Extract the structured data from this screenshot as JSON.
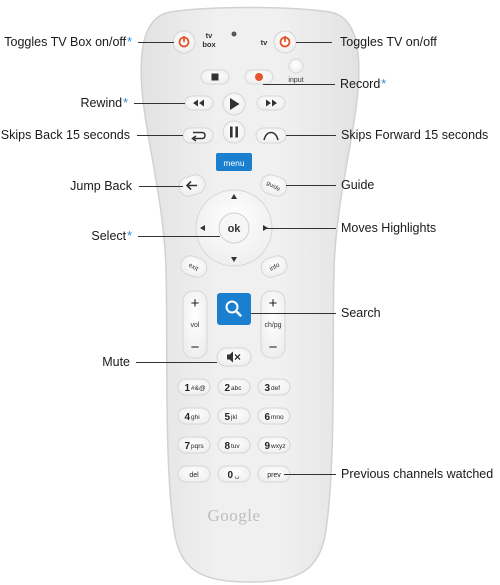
{
  "callouts": {
    "tvbox_power": {
      "text": "Toggles TV Box on/off",
      "asterisk": "*"
    },
    "tv_power": {
      "text": "Toggles TV on/off",
      "asterisk": ""
    },
    "record": {
      "text": "Record",
      "asterisk": "*"
    },
    "rewind": {
      "text": "Rewind",
      "asterisk": "*"
    },
    "skip_back": {
      "text": "Skips Back 15 seconds",
      "asterisk": ""
    },
    "skip_forward": {
      "text": "Skips Forward 15 seconds",
      "asterisk": ""
    },
    "jump_back": {
      "text": "Jump Back",
      "asterisk": ""
    },
    "guide": {
      "text": "Guide",
      "asterisk": ""
    },
    "select": {
      "text": "Select",
      "asterisk": "*"
    },
    "moves_highlights": {
      "text": "Moves Highlights",
      "asterisk": ""
    },
    "search": {
      "text": "Search",
      "asterisk": ""
    },
    "mute": {
      "text": "Mute",
      "asterisk": ""
    },
    "previous_channels": {
      "text": "Previous channels watched",
      "asterisk": ""
    }
  },
  "remote": {
    "tvbox_label_1": "tv",
    "tvbox_label_2": "box",
    "tv_label": "tv",
    "input_label": "input",
    "menu_label": "menu",
    "guide_label": "guide",
    "ok_label": "ok",
    "exit_label": "exit",
    "info_label": "info",
    "vol_label": "vol",
    "chpg_label": "ch/pg",
    "plus": "+",
    "minus": "−",
    "keys": [
      {
        "num": "1",
        "sub": "#&@"
      },
      {
        "num": "2",
        "sub": "abc"
      },
      {
        "num": "3",
        "sub": "def"
      },
      {
        "num": "4",
        "sub": "ghi"
      },
      {
        "num": "5",
        "sub": "jkl"
      },
      {
        "num": "6",
        "sub": "mno"
      },
      {
        "num": "7",
        "sub": "pqrs"
      },
      {
        "num": "8",
        "sub": "tuv"
      },
      {
        "num": "9",
        "sub": "wxyz"
      }
    ],
    "del_label": "del",
    "zero_num": "0",
    "zero_sub": "␣",
    "prev_label": "prev",
    "brand": "Google"
  },
  "colors": {
    "power_red": "#e2572e",
    "record_red": "#e2572e",
    "accent_blue": "#1a7fcf",
    "asterisk_blue": "#2a8ad4",
    "button_face": "#fbfbfb",
    "remote_body": "#ececec"
  }
}
